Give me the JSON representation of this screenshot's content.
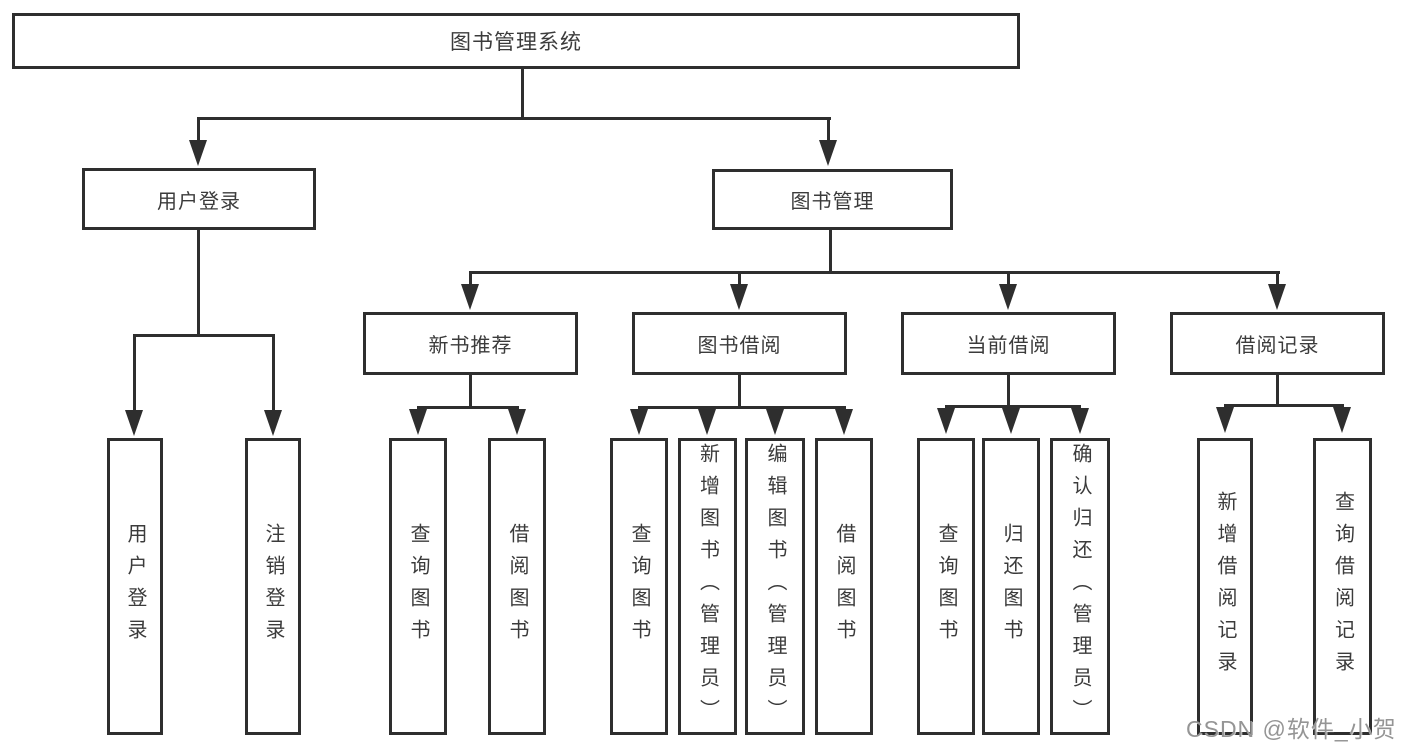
{
  "diagram": {
    "root": {
      "label": "图书管理系统"
    },
    "level2": [
      {
        "id": "user-login",
        "label": "用户登录"
      },
      {
        "id": "book-management",
        "label": "图书管理"
      }
    ],
    "level3": [
      {
        "id": "new-book-recommend",
        "label": "新书推荐"
      },
      {
        "id": "book-borrowing",
        "label": "图书借阅"
      },
      {
        "id": "current-borrowing",
        "label": "当前借阅"
      },
      {
        "id": "borrowing-records",
        "label": "借阅记录"
      }
    ],
    "leaves": {
      "user_login": [
        "用户登录",
        "注销登录"
      ],
      "new_book": [
        "查询图书",
        "借阅图书"
      ],
      "book_borrow": [
        "查询图书",
        "新增图书（管理员）",
        "编辑图书（管理员）",
        "借阅图书"
      ],
      "current_borrow": [
        "查询图书",
        "归还图书",
        "确认归还（管理员）"
      ],
      "records": [
        "新增借阅记录",
        "查询借阅记录"
      ]
    }
  },
  "watermark": {
    "text": "CSDN @软件_小贺同学"
  },
  "colors": {
    "line": "#2e2e2e",
    "text": "#3b3b3b",
    "watermark": "#959595",
    "background": "#ffffff"
  }
}
